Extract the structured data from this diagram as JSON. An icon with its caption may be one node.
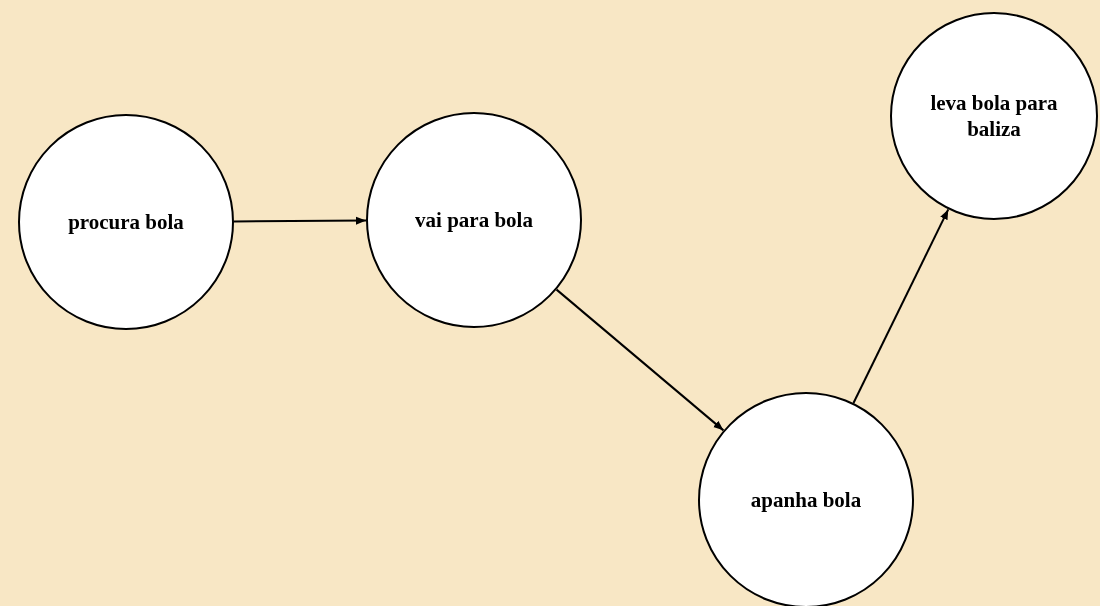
{
  "diagram": {
    "nodes": [
      {
        "text": [
          "procura bola"
        ]
      },
      {
        "text": [
          "vai para bola"
        ]
      },
      {
        "text": [
          "apanha bola"
        ]
      },
      {
        "text": [
          "leva bola para baliza"
        ]
      }
    ],
    "edges": [
      {
        "from": 0,
        "to": 1,
        "arrow": "to"
      },
      {
        "from": 1,
        "to": 2,
        "arrow": "to"
      },
      {
        "from": 2,
        "to": 3,
        "arrow": "to"
      }
    ]
  }
}
